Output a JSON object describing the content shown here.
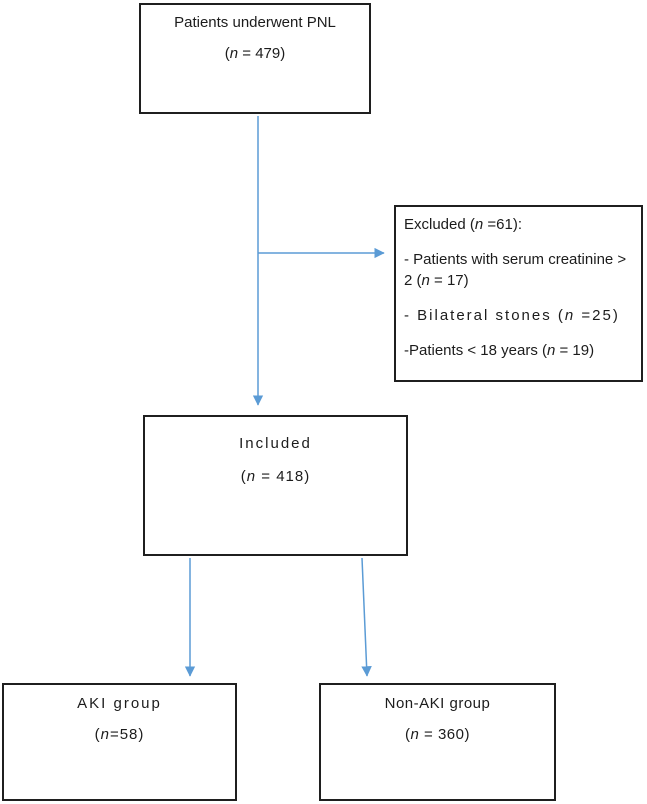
{
  "diagram": {
    "title": "PNL patient flow diagram",
    "colors": {
      "arrow": "#5b9bd5",
      "border": "#1f1f1f",
      "text": "#1c1c1c"
    },
    "boxes": {
      "top": {
        "line1": "Patients underwent PNL",
        "p_open": "(",
        "n": "n",
        "p_rest": " = 479)"
      },
      "excluded": {
        "title_pre": "Excluded (",
        "title_n": "n",
        "title_post": " =61):",
        "item1_pre": "- Patients with serum creatinine > 2 (",
        "item1_n": "n",
        "item1_post": " = 17)",
        "item2_pre": "- Bilateral stones (",
        "item2_n": "n",
        "item2_post": " =25)",
        "item3_pre": "-Patients < 18 years (",
        "item3_n": "n",
        "item3_post": " = 19)"
      },
      "included": {
        "line1": "Included",
        "p_open": "(",
        "n": "n",
        "p_rest": " = 418)"
      },
      "aki": {
        "line1": "AKI group",
        "p_open": "(",
        "n": "n",
        "p_rest": "=58)"
      },
      "non_aki": {
        "line1": "Non-AKI group",
        "p_open": "(",
        "n": "n",
        "p_rest": " = 360)"
      }
    }
  }
}
